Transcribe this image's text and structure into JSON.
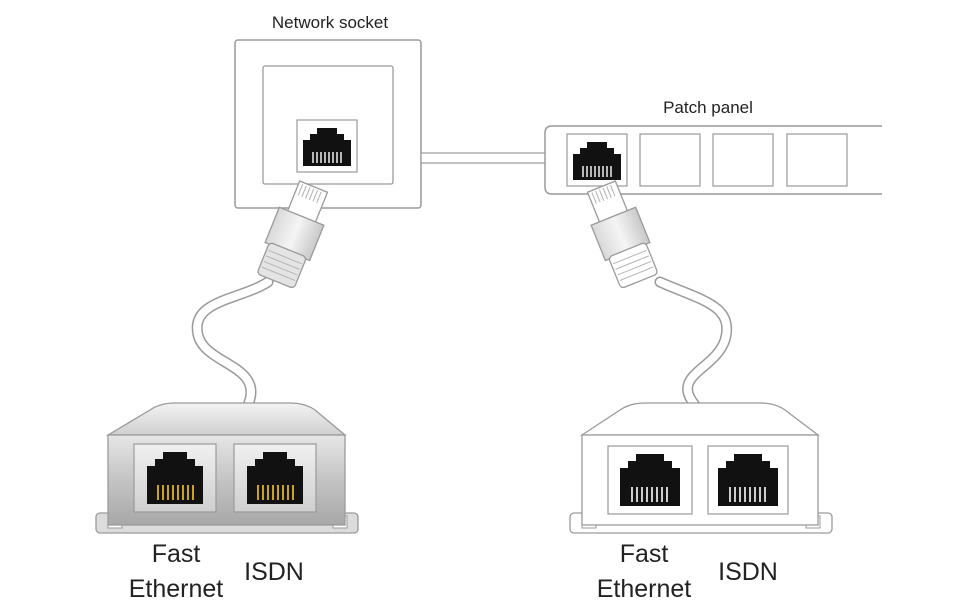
{
  "labels": {
    "network_socket": "Network socket",
    "patch_panel": "Patch panel"
  },
  "left_splitter": {
    "port1_line1": "Fast",
    "port1_line2": "Ethernet",
    "port2": "ISDN"
  },
  "right_splitter": {
    "port1_line1": "Fast",
    "port1_line2": "Ethernet",
    "port2": "ISDN"
  },
  "colors": {
    "outline": "#9a9a9a",
    "jack": "#111111",
    "gold_pins": "#c9a227",
    "grey_body": "#c8c8c8",
    "cable": "#bdbdbd"
  }
}
